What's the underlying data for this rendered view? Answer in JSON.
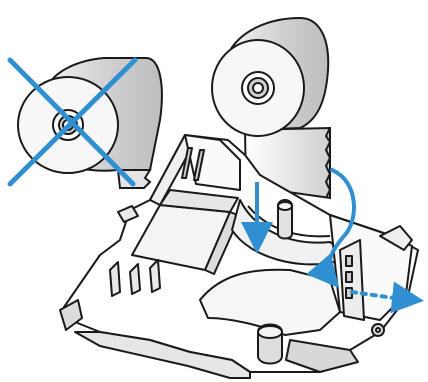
{
  "diagram": {
    "subject": "paper-roll-loading-instruction",
    "rolls": [
      {
        "id": "wrong-orientation-roll",
        "crossed_out": true
      },
      {
        "id": "correct-orientation-roll",
        "crossed_out": false
      }
    ],
    "arrows": [
      {
        "id": "drop-in-arrow"
      },
      {
        "id": "paper-path-arrow"
      }
    ]
  },
  "colors": {
    "line": "#1a1a1a",
    "paper_shade": "#d6d6d6",
    "paper_light": "#f2f2f2",
    "accent_blue": "#2f8fd0"
  }
}
